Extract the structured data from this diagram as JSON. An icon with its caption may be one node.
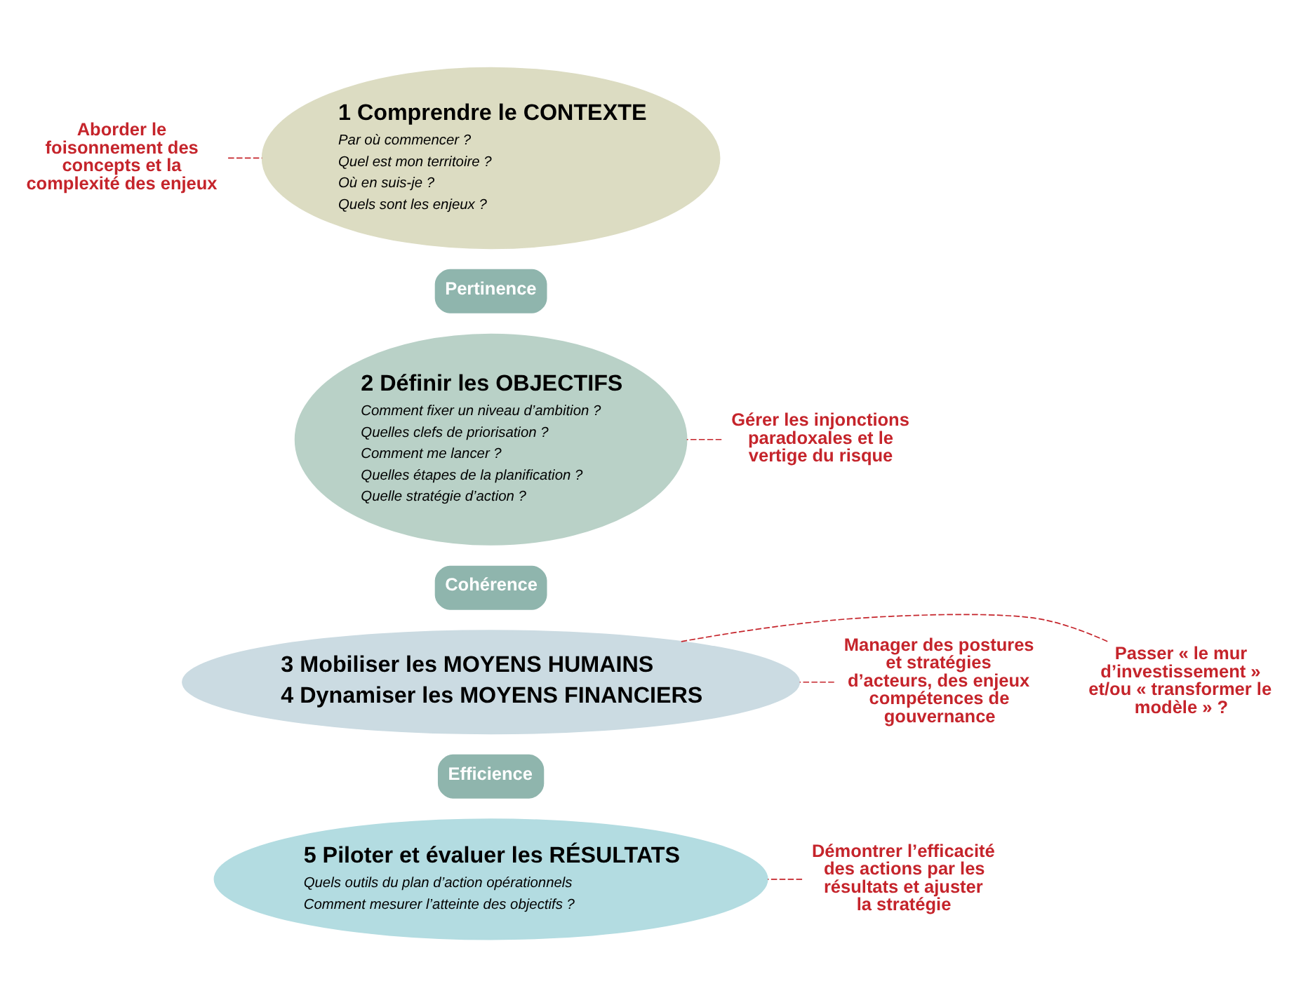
{
  "diagram": {
    "nodes": [
      {
        "text": [
          "Aborder le foisonnement des concepts et la complexité des enjeux"
        ]
      },
      {
        "text": [
          "1 Comprendre le CONTEXTE",
          "Par où commencer ?",
          "Quel est mon territoire ?",
          "Où en suis-je ?",
          "Quels sont les enjeux ?"
        ]
      },
      {
        "text": [
          "Gérer les injonctions paradoxales et le vertige du risque"
        ]
      },
      {
        "text": [
          "2 Définir les OBJECTIFS",
          "Comment fixer un niveau d’ambition ?",
          "Quelles clefs de priorisation ?",
          "Comment me lancer ?",
          "Quelles étapes de la planification ?",
          "Quelle stratégie d’action ?"
        ]
      },
      {
        "text": [
          "Manager des postures et stratégies d’acteurs, des enjeux compétences de gouvernance"
        ]
      },
      {
        "text": [
          "3 Mobiliser les MOYENS HUMAINS",
          "4 Dynamiser les MOYENS FINANCIERS"
        ]
      },
      {
        "text": [
          "Passer « le mur d’investissement » et/ou « transformer le modèle » ?"
        ]
      },
      {
        "text": [
          "Démontrer l’efficacité des actions par les résultats et ajuster la stratégie"
        ]
      },
      {
        "text": [
          "5 Piloter et évaluer les RÉSULTATS",
          "Quels outils du plan d’action opérationnels",
          "Comment mesurer l’atteinte des objectifs ?"
        ]
      }
    ],
    "edges": [
      {
        "from": 0,
        "to": 1,
        "arrow": "none",
        "style": "dashed"
      },
      {
        "from": 2,
        "to": 3,
        "arrow": "none",
        "style": "dashed"
      },
      {
        "from": 4,
        "to": 5,
        "arrow": "none",
        "style": "dashed"
      },
      {
        "from": 6,
        "to": 5,
        "arrow": "none",
        "style": "dashed"
      },
      {
        "from": 7,
        "to": 8,
        "arrow": "none",
        "style": "dashed"
      }
    ],
    "labels": [
      "Pertinence",
      "Cohérence",
      "Efficience"
    ]
  }
}
